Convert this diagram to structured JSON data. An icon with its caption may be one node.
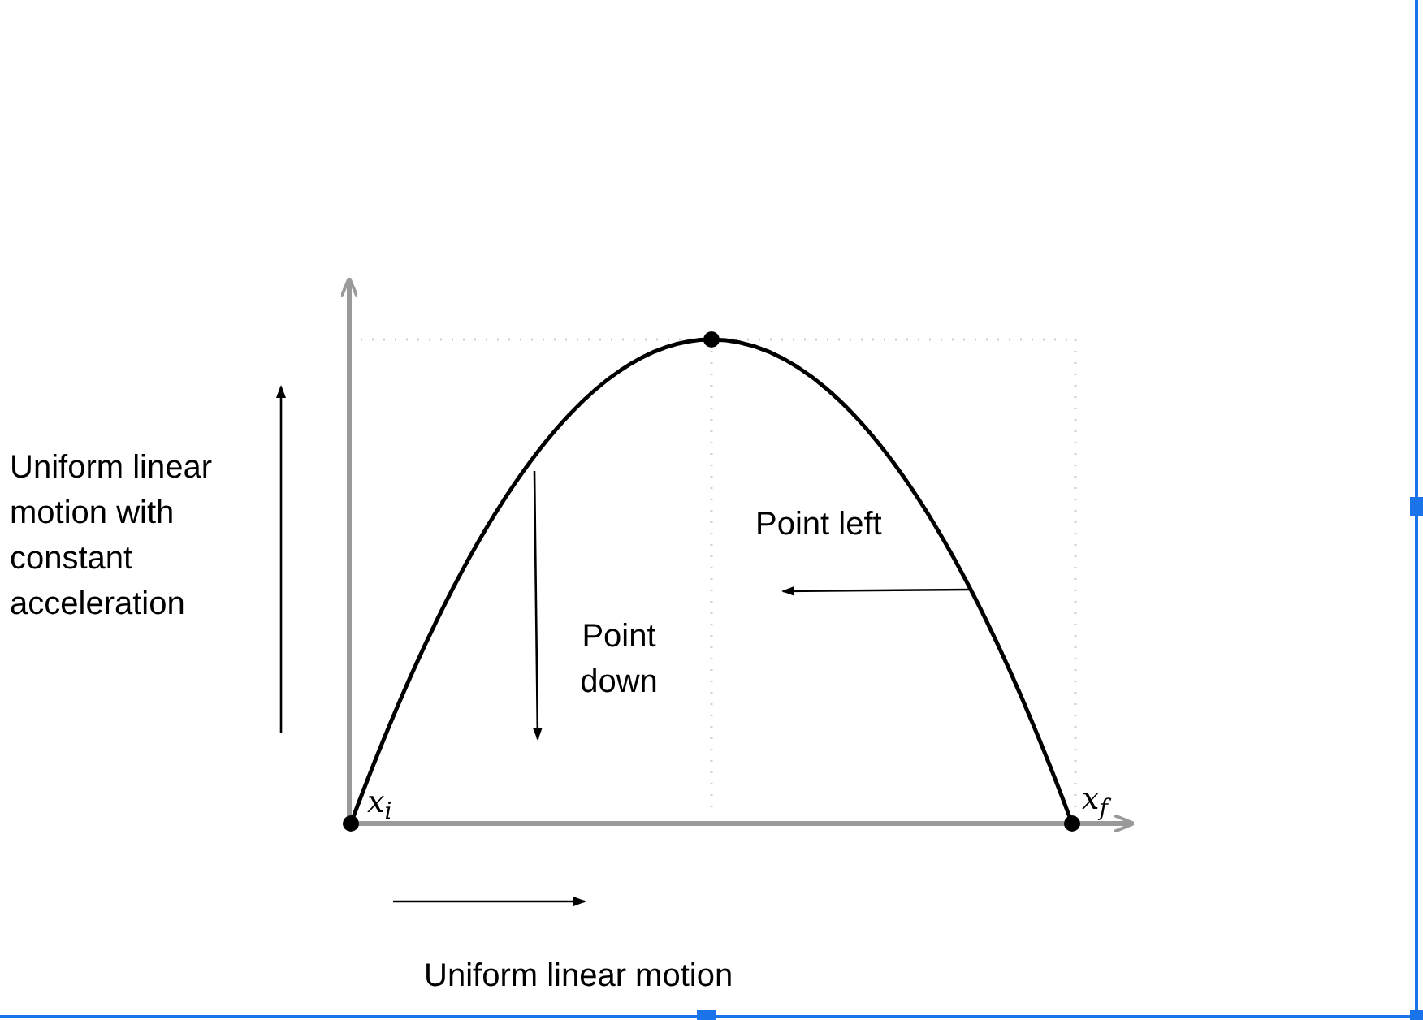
{
  "diagram": {
    "labels": [
      "Uniform linear motion with constant acceleration",
      "Point left",
      "Point down",
      "x$_{i}$",
      "x$_{f}$",
      "Uniform linear motion"
    ]
  }
}
